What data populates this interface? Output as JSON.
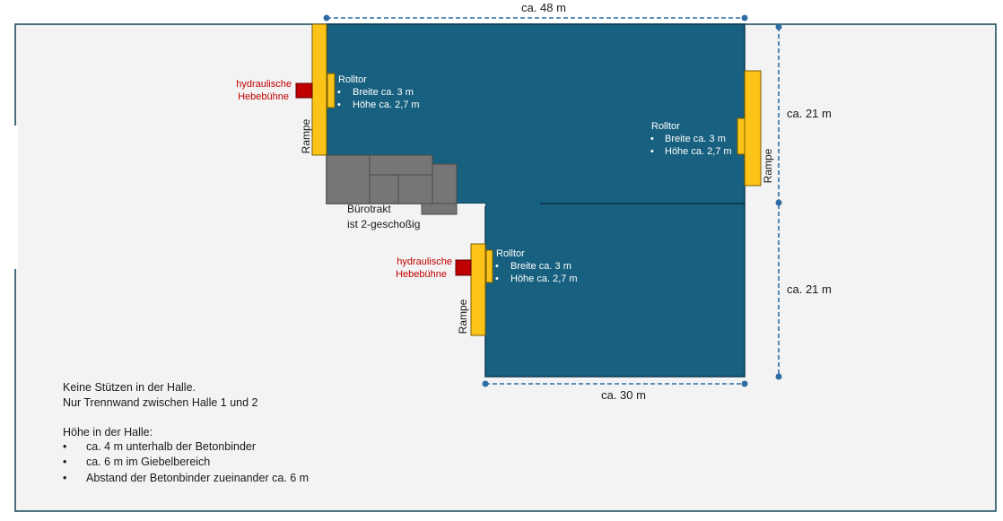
{
  "colors": {
    "hall": "#17607f",
    "hall_border": "#0e3a52",
    "ramp": "#fcc419",
    "ramp_border": "#7a5c00",
    "lift": "#c00000",
    "office": "#767676",
    "background": "#f2f3f2",
    "frame": "#1f4e5f",
    "dimension": "#2e6da4"
  },
  "dimensions": {
    "top_width": "ca. 48 m",
    "right_upper": "ca. 21 m",
    "right_lower": "ca. 21 m",
    "bottom_width": "ca. 30 m"
  },
  "labels": {
    "ramp": "Rampe",
    "lift_line1": "hydraulische",
    "lift_line2": "Hebebühne",
    "office_line1": "Bürotrakt",
    "office_line2": "ist 2-geschoßig"
  },
  "gates": [
    {
      "title": "Rolltor",
      "width": "Breite ca. 3 m",
      "height": "Höhe ca. 2,7 m"
    },
    {
      "title": "Rolltor",
      "width": "Breite ca. 3 m",
      "height": "Höhe ca. 2,7 m"
    },
    {
      "title": "Rolltor",
      "width": "Breite ca. 3 m",
      "height": "Höhe ca. 2,7 m"
    }
  ],
  "bullet": "•",
  "notes": {
    "line1": "Keine Stützen in der Halle.",
    "line2": "Nur Trennwand zwischen Halle 1 und 2",
    "height_title": "Höhe in der Halle:",
    "items": [
      "ca. 4 m unterhalb der Betonbinder",
      "ca. 6 m im Giebelbereich",
      "Abstand der Betonbinder zueinander ca. 6 m"
    ]
  }
}
